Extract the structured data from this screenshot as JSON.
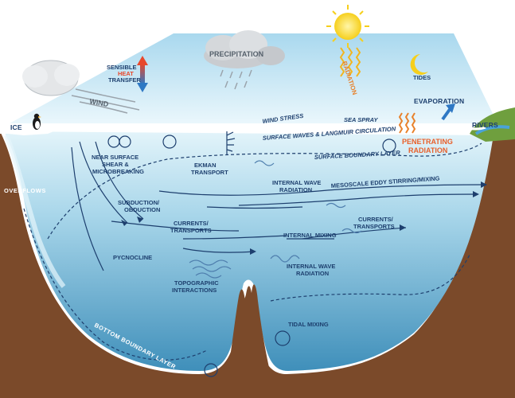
{
  "labels": {
    "precipitation": "PRECIPITATION",
    "sensible": "SENSIBLE",
    "heat": "HEAT",
    "transfer": "TRANSFER",
    "wind": "WIND",
    "radiation": "RADIATION",
    "tides": "TIDES",
    "evaporation": "EVAPORATION",
    "ice": "ICE",
    "rivers": "RIVERS",
    "wind_stress": "WIND STRESS",
    "sea_spray": "SEA SPRAY",
    "surface_waves": "SURFACE WAVES & LANGMUIR CIRCULATION",
    "penetrating": "PENETRATING",
    "penetrating_radiation": "RADIATION",
    "near_surface_1": "NEAR SURFACE",
    "near_surface_2": "SHEAR &",
    "near_surface_3": "MICROBREAKING",
    "ekman_1": "EKMAN",
    "ekman_2": "TRANSPORT",
    "surface_boundary_layer": "SURFACE BOUNDARY LAYER",
    "internal_wave_radiation_1": "INTERNAL WAVE",
    "internal_wave_radiation_2": "RADIATION",
    "overflows": "OVERFLOWS",
    "mesoscale": "MESOSCALE  EDDY  STIRRING/MIXING",
    "subduction_1": "SUBDUCTION/",
    "subduction_2": "OBDUCTION",
    "currents_left_1": "CURRENTS/",
    "currents_left_2": "TRANSPORTS",
    "currents_right_1": "CURRENTS/",
    "currents_right_2": "TRANSPORTS",
    "internal_mixing": "INTERNAL MIXING",
    "pycnocline": "PYCNOCLINE",
    "internal_wave_lower_1": "INTERNAL WAVE",
    "internal_wave_lower_2": "RADIATION",
    "topographic_1": "TOPOGRAPHIC",
    "topographic_2": "INTERACTIONS",
    "tidal_mixing": "TIDAL MIXING",
    "bottom_boundary_layer": "BOTTOM BOUNDARY LAYER"
  },
  "colors": {
    "sky_top": "#bfe3f2",
    "sky_bottom": "#e9f6fb",
    "ocean_top": "#cfeaf3",
    "ocean_deep": "#3d8fb8",
    "seabed": "#7b4a2a",
    "label": "#1d3f6e",
    "accent_orange": "#e8602c"
  }
}
